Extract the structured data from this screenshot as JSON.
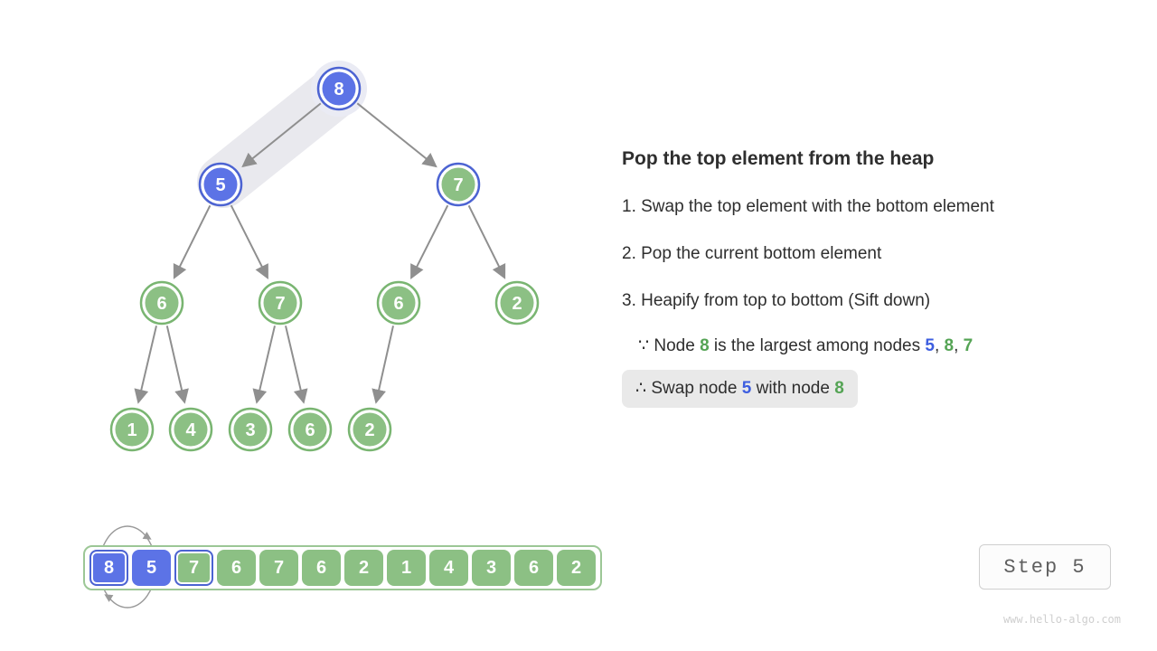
{
  "colors": {
    "green_fill": "#8CC084",
    "green_ring": "#79B571",
    "blue_fill": "#5C73E6",
    "blue_ring": "#4C63D2",
    "edge_gray": "#8F8F8F",
    "band_gray": "#E9E9EE",
    "text_dark": "#2E2E2E",
    "text_blue": "#3D5EE0",
    "text_green": "#55A455",
    "pill_bg": "#E9E9E9"
  },
  "tree": {
    "nodes": [
      {
        "value": "8",
        "kind": "blue"
      },
      {
        "value": "5",
        "kind": "blue"
      },
      {
        "value": "7",
        "kind": "green-blue-ring"
      },
      {
        "value": "6",
        "kind": "green"
      },
      {
        "value": "7",
        "kind": "green"
      },
      {
        "value": "6",
        "kind": "green"
      },
      {
        "value": "2",
        "kind": "green"
      },
      {
        "value": "1",
        "kind": "green"
      },
      {
        "value": "4",
        "kind": "green"
      },
      {
        "value": "3",
        "kind": "green"
      },
      {
        "value": "6",
        "kind": "green"
      },
      {
        "value": "2",
        "kind": "green"
      }
    ]
  },
  "panel": {
    "title": "Pop the top element from the heap",
    "steps": [
      "1. Swap the top element with the bottom element",
      "2. Pop the current bottom element",
      "3. Heapify from top to bottom (Sift down)"
    ],
    "because": {
      "parts": [
        {
          "text": "∵ Node ",
          "color": "dark"
        },
        {
          "text": "8",
          "color": "green"
        },
        {
          "text": " is the largest among nodes ",
          "color": "dark"
        },
        {
          "text": "5",
          "color": "blue"
        },
        {
          "text": ", ",
          "color": "dark"
        },
        {
          "text": "8",
          "color": "green"
        },
        {
          "text": ", ",
          "color": "dark"
        },
        {
          "text": "7",
          "color": "green"
        }
      ]
    },
    "therefore": {
      "parts": [
        {
          "text": "∴ Swap node ",
          "color": "dark"
        },
        {
          "text": "5",
          "color": "blue"
        },
        {
          "text": " with node ",
          "color": "dark"
        },
        {
          "text": "8",
          "color": "green"
        }
      ]
    }
  },
  "array": {
    "cells": [
      {
        "value": "8",
        "kind": "blue-outline"
      },
      {
        "value": "5",
        "kind": "blue"
      },
      {
        "value": "7",
        "kind": "green-blue-border"
      },
      {
        "value": "6",
        "kind": "green"
      },
      {
        "value": "7",
        "kind": "green"
      },
      {
        "value": "6",
        "kind": "green"
      },
      {
        "value": "2",
        "kind": "green"
      },
      {
        "value": "1",
        "kind": "green"
      },
      {
        "value": "4",
        "kind": "green"
      },
      {
        "value": "3",
        "kind": "green"
      },
      {
        "value": "6",
        "kind": "green"
      },
      {
        "value": "2",
        "kind": "green"
      }
    ]
  },
  "step_indicator": {
    "label": "Step 5"
  },
  "watermark": "www.hello-algo.com"
}
